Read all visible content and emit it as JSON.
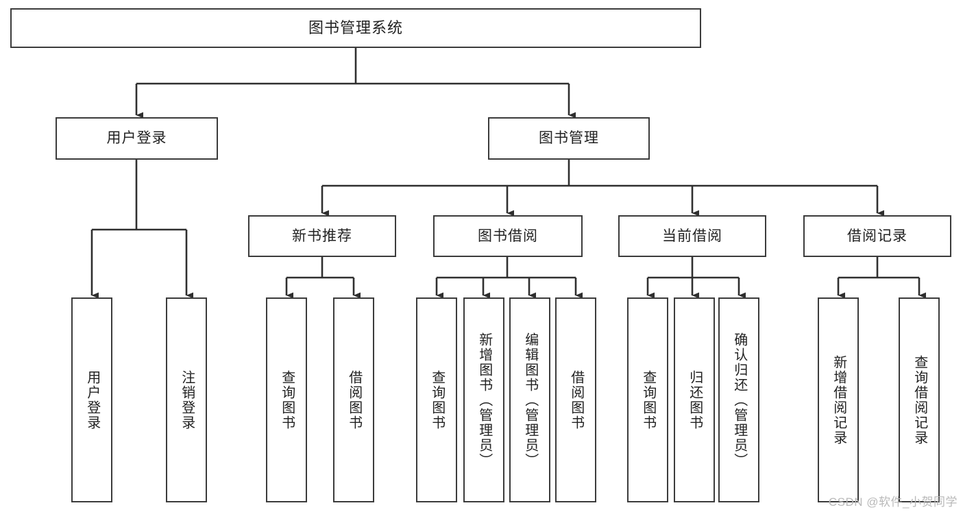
{
  "diagram": {
    "title": "图书管理系统",
    "watermark": "CSDN @软件_小贺同学",
    "colors": {
      "box_border": "#3b3b3b",
      "box_fill": "#ffffff",
      "edge": "#2f2f2f",
      "text": "#222222",
      "watermark": "#b9b9b9"
    },
    "nodes": {
      "root": {
        "label": "图书管理系统"
      },
      "level1": [
        {
          "label": "用户登录"
        },
        {
          "label": "图书管理"
        }
      ],
      "level2": [
        {
          "label": "新书推荐"
        },
        {
          "label": "图书借阅"
        },
        {
          "label": "当前借阅"
        },
        {
          "label": "借阅记录"
        }
      ],
      "leaves": {
        "user_login": [
          {
            "label": "用户登录"
          },
          {
            "label": "注销登录"
          }
        ],
        "new_book": [
          {
            "label": "查询图书"
          },
          {
            "label": "借阅图书"
          }
        ],
        "book_borrow": [
          {
            "label": "查询图书"
          },
          {
            "label": "新增图书（管理员）"
          },
          {
            "label": "编辑图书（管理员）"
          },
          {
            "label": "借阅图书"
          }
        ],
        "current_borrow": [
          {
            "label": "查询图书"
          },
          {
            "label": "归还图书"
          },
          {
            "label": "确认归还（管理员）"
          }
        ],
        "borrow_record": [
          {
            "label": "新增借阅记录"
          },
          {
            "label": "查询借阅记录"
          }
        ]
      }
    }
  }
}
